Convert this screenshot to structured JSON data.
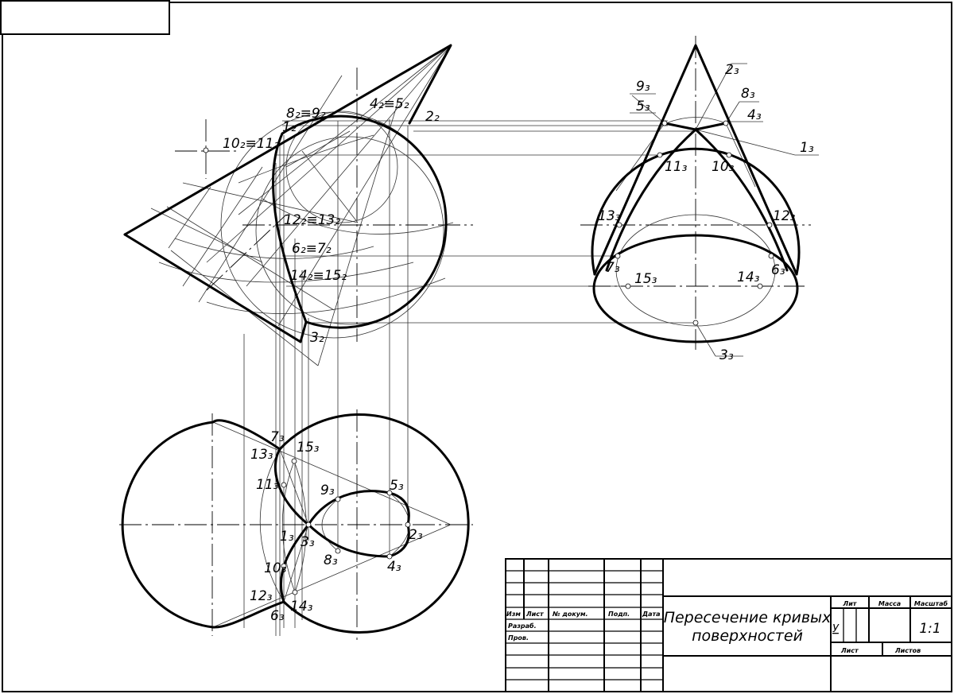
{
  "title_block": {
    "title_line1": "Пересечение кривых",
    "title_line2": "поверхностей",
    "col_izm": "Изм",
    "col_list": "Лист",
    "col_doc": "№ докум.",
    "col_sign": "Подп.",
    "col_date": "Дата",
    "row_developed": "Разраб.",
    "row_checked": "Пров.",
    "lit_header": "Лит",
    "mass_header": "Масса",
    "scale_header": "Масштаб",
    "lit_value": "У",
    "scale_value": "1:1",
    "sheet_label": "Лист",
    "sheets_label": "Листов"
  },
  "front_view_labels": [
    "8₂≡9₂",
    "4₂≡5₂",
    "2₂",
    "1₂",
    "10₂≡11₂",
    "12₂≡13₂",
    "6₂≡7₂",
    "14₂≡15₂",
    "3₂"
  ],
  "profile_view_labels": [
    "9₃",
    "5₃",
    "2₃",
    "8₃",
    "4₃",
    "1₃",
    "11₃",
    "10₃",
    "13₃",
    "12₃",
    "7₃",
    "6₃",
    "15₃",
    "14₃",
    "3₃"
  ],
  "top_view_labels": [
    "7₃",
    "15₃",
    "13₃",
    "11₃",
    "9₃",
    "5₃",
    "1₃",
    "3₃",
    "2₃",
    "8₃",
    "4₃",
    "10₃",
    "12₃",
    "14₃",
    "6₃"
  ]
}
